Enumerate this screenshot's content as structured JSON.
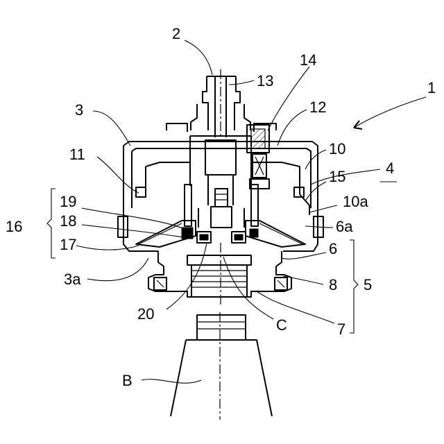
{
  "labels": {
    "l1": "1",
    "l2": "2",
    "l3": "3",
    "l3a": "3a",
    "l4": "4",
    "l5": "5",
    "l6": "6",
    "l6a": "6a",
    "l7": "7",
    "l8": "8",
    "l10": "10",
    "l10a": "10a",
    "l11": "11",
    "l12": "12",
    "l13": "13",
    "l14": "14",
    "l15": "15",
    "l16": "16",
    "l17": "17",
    "l18": "18",
    "l19": "19",
    "l20": "20",
    "lB": "B",
    "lC": "C"
  }
}
